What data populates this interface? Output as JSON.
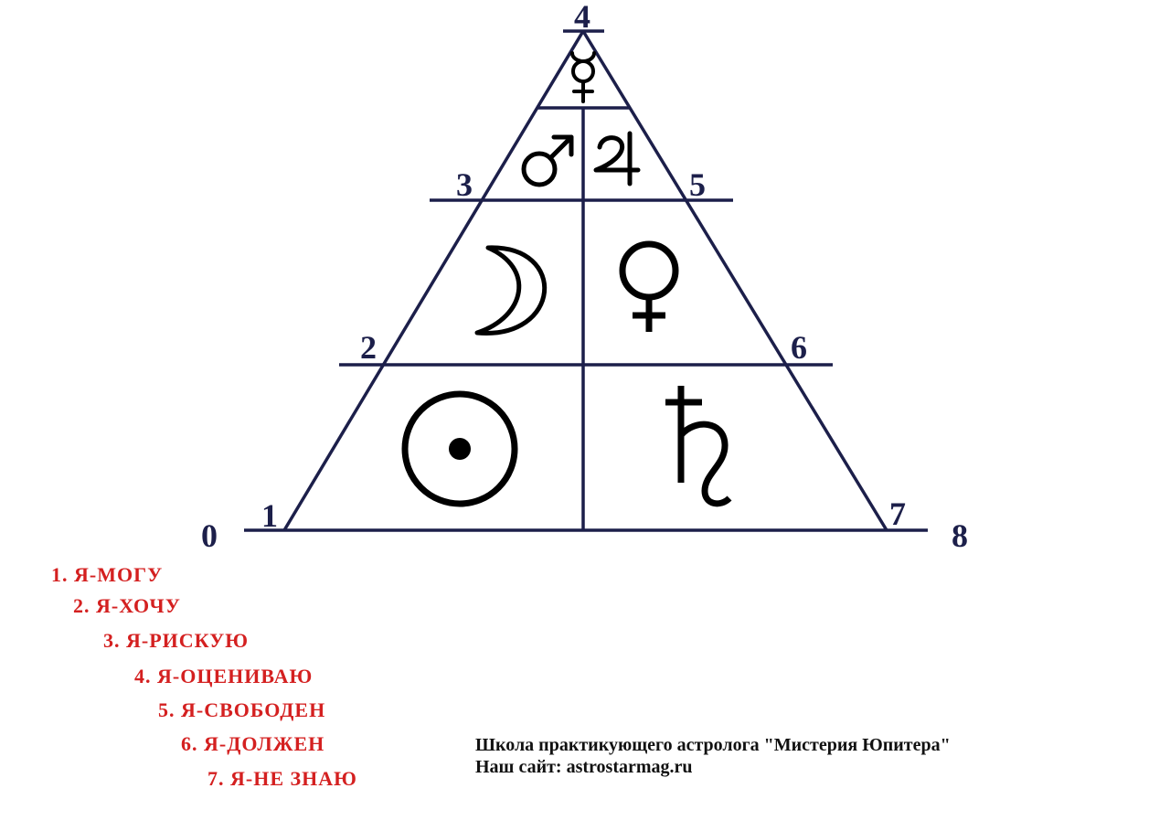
{
  "diagram": {
    "line_color": "#1c1f4a",
    "symbol_color": "#000000",
    "points": {
      "p0": "0",
      "p1": "1",
      "p2": "2",
      "p3": "3",
      "p4": "4",
      "p5": "5",
      "p6": "6",
      "p7": "7",
      "p8": "8"
    },
    "symbols": {
      "top": "mercury-symbol",
      "upper_left": "mars-symbol",
      "upper_right": "jupiter-symbol",
      "middle_left": "moon-symbol",
      "middle_right": "venus-symbol",
      "bottom_left": "sun-symbol",
      "bottom_right": "saturn-symbol"
    }
  },
  "legend": {
    "color": "#d42020",
    "items": [
      "1. Я-МОГУ",
      "2. Я-ХОЧУ",
      "3. Я-РИСКУЮ",
      "4. Я-ОЦЕНИВАЮ",
      "5. Я-СВОБОДЕН",
      "6. Я-ДОЛЖЕН",
      "7. Я-НЕ ЗНАЮ"
    ]
  },
  "footer": {
    "school": "Школа практикующего астролога \"Мистерия Юпитера\"",
    "site": "Наш сайт: astrostarmag.ru"
  }
}
